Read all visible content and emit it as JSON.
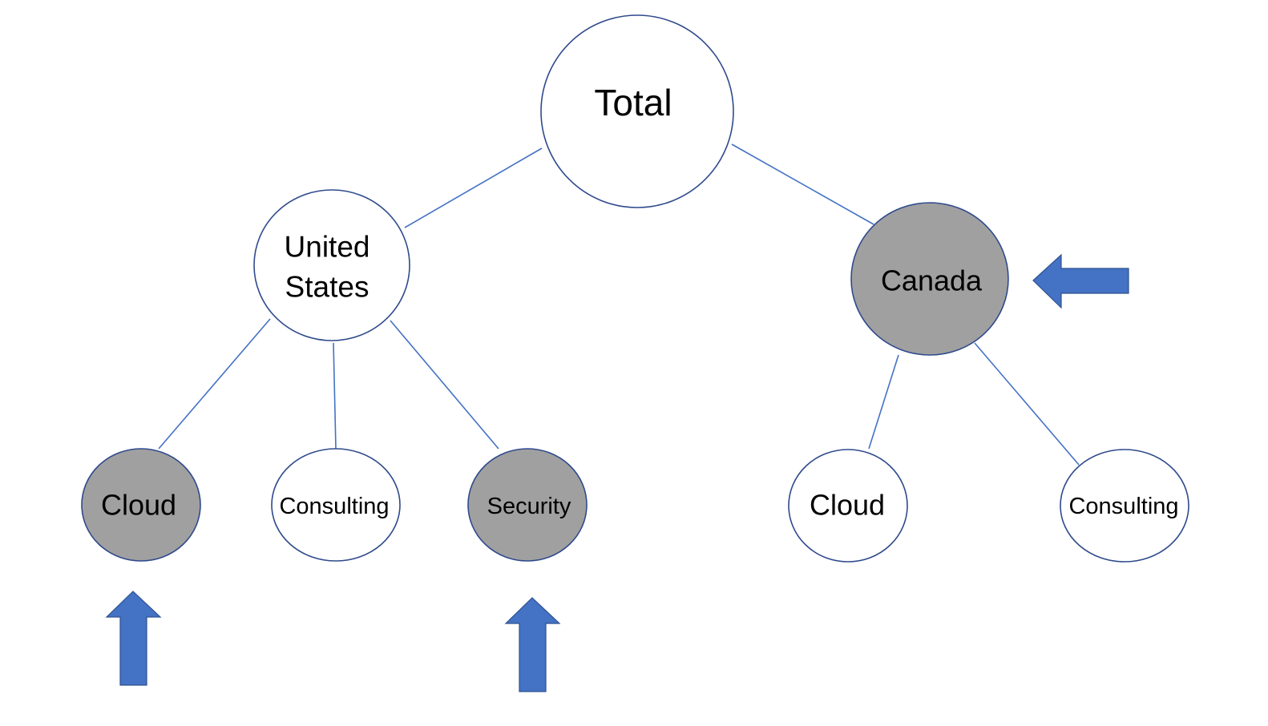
{
  "colors": {
    "highlight_fill": "#A0A0A0",
    "normal_fill": "#FFFFFF",
    "node_stroke": "#2F4A8C",
    "edge": "#4472C4",
    "arrow": "#4472C4"
  },
  "nodes": {
    "total": {
      "label": "Total",
      "highlighted": false
    },
    "united_states": {
      "line1": "United",
      "line2": "States",
      "highlighted": false
    },
    "canada": {
      "label": "Canada",
      "highlighted": true
    },
    "us_cloud": {
      "label": "Cloud",
      "highlighted": true
    },
    "us_consulting": {
      "label": "Consulting",
      "highlighted": false
    },
    "us_security": {
      "label": "Security",
      "highlighted": true
    },
    "ca_cloud": {
      "label": "Cloud",
      "highlighted": false
    },
    "ca_consulting": {
      "label": "Consulting",
      "highlighted": false
    }
  },
  "edges": [
    {
      "from": "Total",
      "to": "United States"
    },
    {
      "from": "Total",
      "to": "Canada"
    },
    {
      "from": "United States",
      "to": "Cloud"
    },
    {
      "from": "United States",
      "to": "Consulting"
    },
    {
      "from": "United States",
      "to": "Security"
    },
    {
      "from": "Canada",
      "to": "Cloud"
    },
    {
      "from": "Canada",
      "to": "Consulting"
    }
  ],
  "arrows": [
    {
      "points_to": "Canada",
      "direction": "left"
    },
    {
      "points_to": "Cloud",
      "direction": "up"
    },
    {
      "points_to": "Security",
      "direction": "up"
    }
  ]
}
